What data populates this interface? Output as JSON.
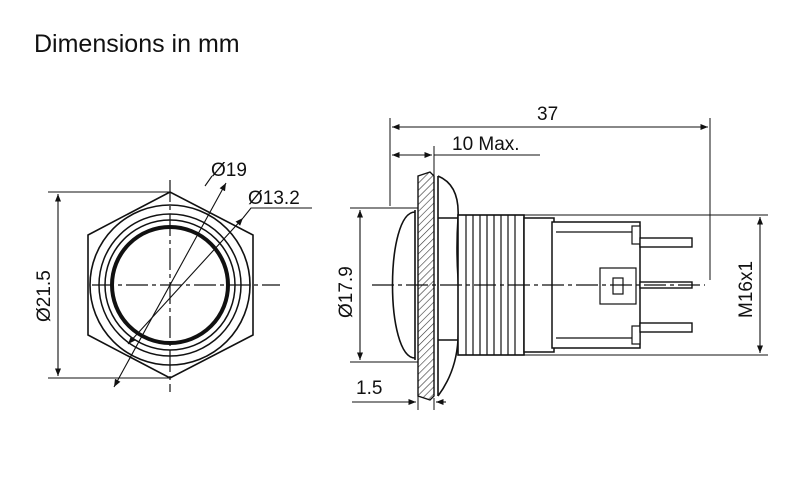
{
  "title": "Dimensions in mm",
  "front_view": {
    "dims": {
      "outer_diameter": "Ø19",
      "ring_diameter": "Ø13.2",
      "hex_across": "Ø21.5"
    }
  },
  "side_view": {
    "dims": {
      "total_length": "37",
      "head_max": "10 Max.",
      "head_diameter": "Ø17.9",
      "flange_thickness": "1.5",
      "thread": "M16x1"
    }
  }
}
